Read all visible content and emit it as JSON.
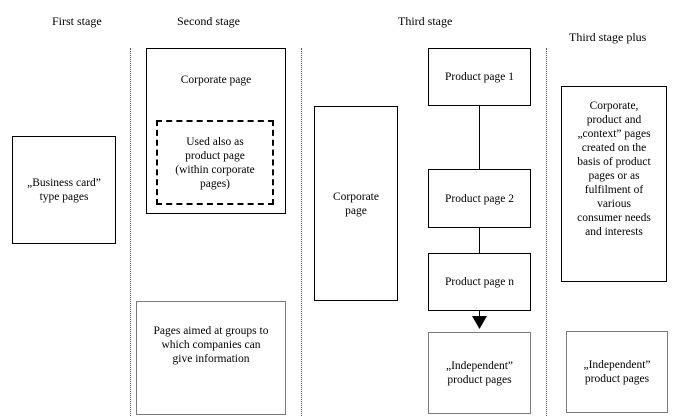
{
  "stages": {
    "first": "First stage",
    "second": "Second stage",
    "third": "Third stage",
    "third_plus": "Third stage plus"
  },
  "first_stage": {
    "business_card": "„Business card”\ntype pages"
  },
  "second_stage": {
    "corporate_page": "Corporate page",
    "used_also": "Used also as\nproduct page\n(within corporate\npages)",
    "groups_pages": "Pages aimed at groups to\nwhich companies can\ngive information"
  },
  "third_stage": {
    "corporate_page": "Corporate\npage",
    "product_page_1": "Product page 1",
    "product_page_2": "Product page 2",
    "product_page_n": "Product page n",
    "independent": "„Independent”\nproduct pages"
  },
  "third_stage_plus": {
    "context_pages": "Corporate,\nproduct and\n„context” pages\ncreated on the\nbasis of product\npages or as\nfulfilment of\nvarious\nconsumer needs\nand interests",
    "independent": "„Independent”\nproduct pages"
  }
}
